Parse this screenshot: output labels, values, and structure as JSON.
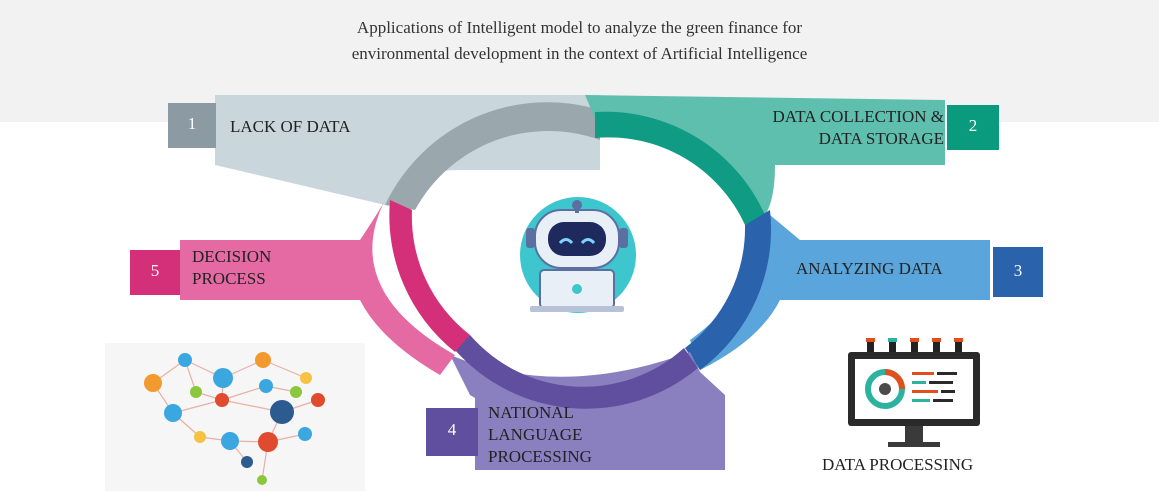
{
  "title": {
    "line1": "Applications of Intelligent model to analyze the green finance for",
    "line2": "environmental development in the context of Artificial Intelligence"
  },
  "steps": [
    {
      "number": "1",
      "label_lines": [
        "LACK OF DATA"
      ],
      "color": "#c9d6dc",
      "number_color": "#8c9aa3",
      "ring_color": "#9aa7ad"
    },
    {
      "number": "2",
      "label_lines": [
        "DATA COLLECTION &",
        "DATA STORAGE"
      ],
      "color": "#5fbfae",
      "number_color": "#0a9a7e",
      "ring_color": "#0f9b84"
    },
    {
      "number": "3",
      "label_lines": [
        "ANALYZING DATA"
      ],
      "color": "#5aa6dc",
      "number_color": "#2a62ac",
      "ring_color": "#2a62ac"
    },
    {
      "number": "4",
      "label_lines": [
        "NATIONAL",
        "LANGUAGE",
        "PROCESSING"
      ],
      "color": "#8a80c0",
      "number_color": "#5f4f9e",
      "ring_color": "#5f4f9e"
    },
    {
      "number": "5",
      "label_lines": [
        "DECISION",
        "PROCESS"
      ],
      "color": "#e56aa4",
      "number_color": "#d4307a",
      "ring_color": "#d4307a"
    }
  ],
  "icons": {
    "center": "robot-with-laptop-icon",
    "left": "brain-network-icon",
    "right": "monitor-dashboard-icon"
  },
  "data_processing_caption": "DATA PROCESSING"
}
